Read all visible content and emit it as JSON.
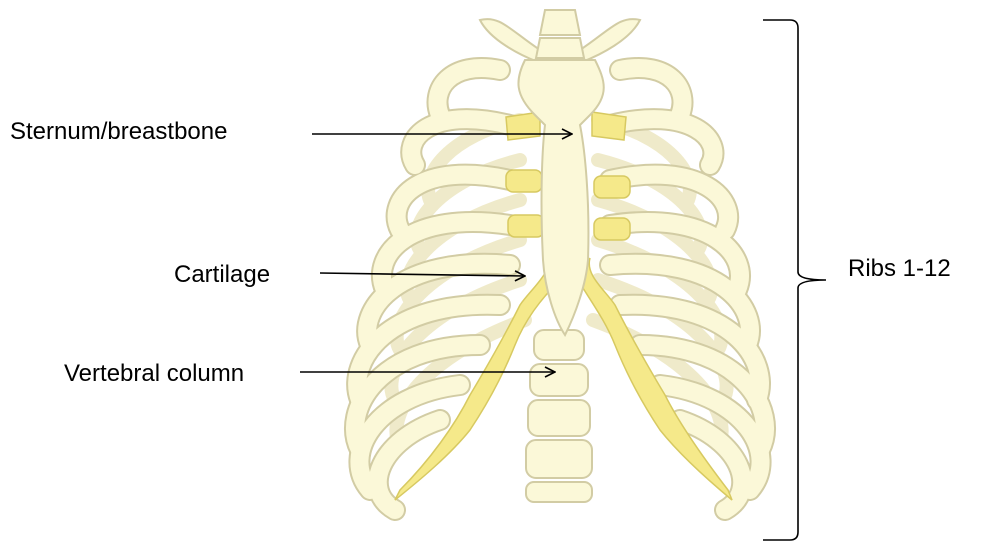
{
  "labels": {
    "sternum": "Sternum/breastbone",
    "cartilage": "Cartilage",
    "vertebral_column": "Vertebral column",
    "ribs": "Ribs 1-12"
  },
  "colors": {
    "bone_fill": "#fbf8d8",
    "bone_stroke": "#d2cca4",
    "cartilage_fill": "#f5e98a",
    "cartilage_stroke": "#d7c961",
    "arrow": "#000000"
  }
}
